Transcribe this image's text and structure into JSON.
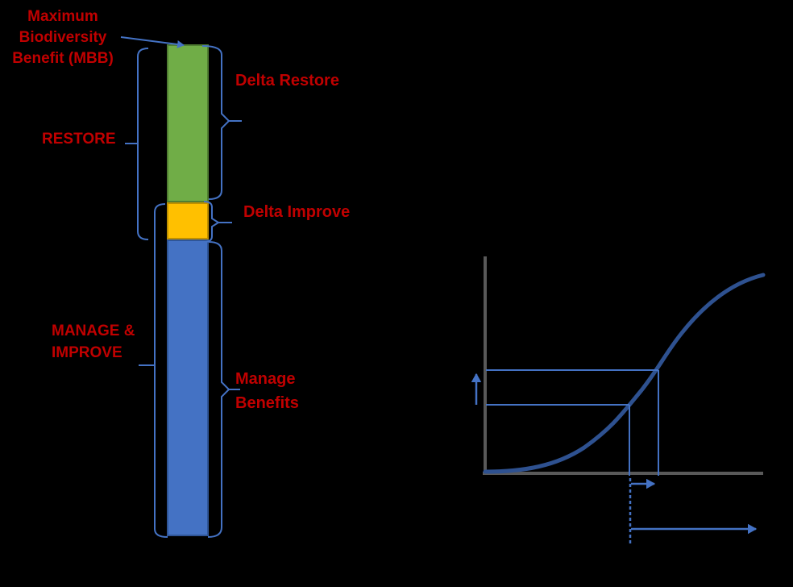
{
  "colors": {
    "background": "#000000",
    "label_red": "#C00000",
    "connector_blue": "#4472C4",
    "curve_blue": "#2E5190",
    "axis_gray": "#595959",
    "restore_fill": "#70AD47",
    "restore_border": "#507E32",
    "improve_fill": "#FFC000",
    "improve_border": "#BF9000",
    "manage_fill": "#4472C4",
    "manage_border": "#2F5597"
  },
  "labels": {
    "mbb": [
      "Maximum",
      "Biodiversity",
      "Benefit (MBB)"
    ],
    "restore": "RESTORE",
    "manage_improve": [
      "MANAGE &",
      "IMPROVE"
    ],
    "delta_restore": "Delta Restore",
    "delta_improve": "Delta Improve",
    "manage_benefits": [
      "Manage",
      "Benefits"
    ]
  },
  "bar_chart": {
    "type": "stacked-bar",
    "orientation": "vertical",
    "segments": [
      {
        "id": "restore",
        "left_label": "RESTORE",
        "right_label": "Delta Restore",
        "fill": "#70AD47",
        "relative_height": 0.32
      },
      {
        "id": "improve",
        "left_label": "MANAGE & IMPROVE",
        "right_label": "Delta Improve",
        "fill": "#FFC000",
        "relative_height": 0.08
      },
      {
        "id": "manage",
        "left_label": "MANAGE & IMPROVE",
        "right_label": "Manage Benefits",
        "fill": "#4472C4",
        "relative_height": 0.6
      }
    ],
    "top_marker": "Maximum Biodiversity Benefit (MBB)"
  },
  "chart_data": {
    "type": "line",
    "title": "",
    "xlabel": "",
    "ylabel": "",
    "tick_labels_visible": false,
    "grid": false,
    "legend": "none",
    "series": [
      {
        "name": "s-curve",
        "x_frac": [
          0.0,
          0.14,
          0.28,
          0.4,
          0.52,
          0.62,
          0.72,
          0.81,
          0.89,
          1.0
        ],
        "y_frac": [
          0.0,
          0.01,
          0.06,
          0.15,
          0.31,
          0.47,
          0.66,
          0.81,
          0.88,
          0.92
        ]
      }
    ],
    "annotations": {
      "horizontal_ref_lines_y_frac": [
        0.31,
        0.47
      ],
      "vertical_ref_lines_x_frac": [
        0.52,
        0.62
      ],
      "up_arrow_on_y_axis_between_ref_lines": true,
      "short_arrow_below_axis_x_frac": [
        0.52,
        0.62
      ],
      "dashed_drop_line_x_frac": 0.52,
      "long_arrow_below_axis_x_frac": [
        0.52,
        1.0
      ]
    }
  }
}
